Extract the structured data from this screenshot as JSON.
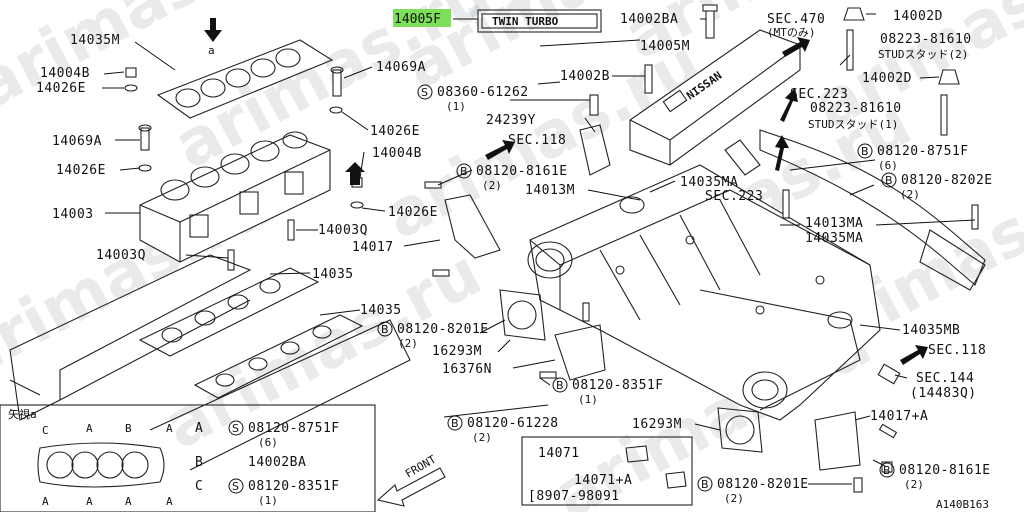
{
  "title_badge": "TWIN TURBO",
  "highlight_color": "#7ee05a",
  "watermark": "arimas.ru",
  "diagram_id": "A140B163",
  "front_label": "FRONT",
  "cover_logo": "NISSAN",
  "labels": {
    "p14005F": "14005F",
    "p14002BA_top": "14002BA",
    "p14002D_top": "14002D",
    "p14002D_mid": "14002D",
    "p14035M": "14035M",
    "p14004B_a": "14004B",
    "p14026E_a": "14026E",
    "p14069A_a": "14069A",
    "p14069A_b": "14069A",
    "p14026E_b": "14026E",
    "p14026E_c": "14026E",
    "p14026E_d": "14026E",
    "p14004B_b": "14004B",
    "p14003": "14003",
    "p14003Q_a": "14003Q",
    "p14003Q_b": "14003Q",
    "p14017": "14017",
    "p14035_a": "14035",
    "p14035_b": "14035",
    "p14005M": "14005M",
    "p14002B": "14002B",
    "p24239Y": "24239Y",
    "p14013M": "14013M",
    "p14035MA_a": "14035MA",
    "p14013MA": "14013MA",
    "p14035MA_b": "14035MA",
    "p14035MB": "14035MB",
    "p16293M_a": "16293M",
    "p16293M_b": "16293M",
    "p16376N": "16376N",
    "p14071": "14071",
    "p14071A": "14071+A",
    "p14017A": "14017+A",
    "p08907": "[8907-98091",
    "sec470": "SEC.470",
    "sec470_sub": "(MTのみ)",
    "sec223_a": "SEC.223",
    "sec223_b": "SEC.223",
    "sec118_a": "SEC.118",
    "sec118_b": "SEC.118",
    "sec144": "SEC.144",
    "sec144_sub": "(14483Q)",
    "stud1": "08223-81610",
    "stud1_sub": "STUDスタッド(2)",
    "stud2": "08223-81610",
    "stud2_sub": "STUDスタッド(1)"
  },
  "fasteners": [
    {
      "key": "f1",
      "sym": "S",
      "code": "08360-61262",
      "qty": "(1)"
    },
    {
      "key": "f2",
      "sym": "B",
      "code": "08120-8161E",
      "qty": "(2)"
    },
    {
      "key": "f3",
      "sym": "B",
      "code": "08120-8751F",
      "qty": "(6)"
    },
    {
      "key": "f4",
      "sym": "B",
      "code": "08120-8202E",
      "qty": "(2)"
    },
    {
      "key": "f5",
      "sym": "B",
      "code": "08120-8201E",
      "qty": "(2)"
    },
    {
      "key": "f6",
      "sym": "B",
      "code": "08120-8351F",
      "qty": "(1)"
    },
    {
      "key": "f7",
      "sym": "B",
      "code": "08120-61228",
      "qty": "(2)"
    },
    {
      "key": "f8",
      "sym": "B",
      "code": "08120-8201E",
      "qty": "(2)"
    },
    {
      "key": "f9",
      "sym": "B",
      "code": "08120-8161E",
      "qty": "(2)"
    }
  ],
  "legend": {
    "title": "矢視a",
    "rows": [
      {
        "letter": "A",
        "sym": "S",
        "code": "08120-8751F",
        "qty": "(6)"
      },
      {
        "letter": "B",
        "sym": "",
        "code": "14002BA",
        "qty": ""
      },
      {
        "letter": "C",
        "sym": "S",
        "code": "08120-8351F",
        "qty": "(1)"
      }
    ],
    "gasket_letters_top": [
      "C",
      "A",
      "B",
      "A"
    ],
    "gasket_letters_bottom": [
      "A",
      "A",
      "A",
      "A"
    ]
  },
  "arrow_a": "a"
}
